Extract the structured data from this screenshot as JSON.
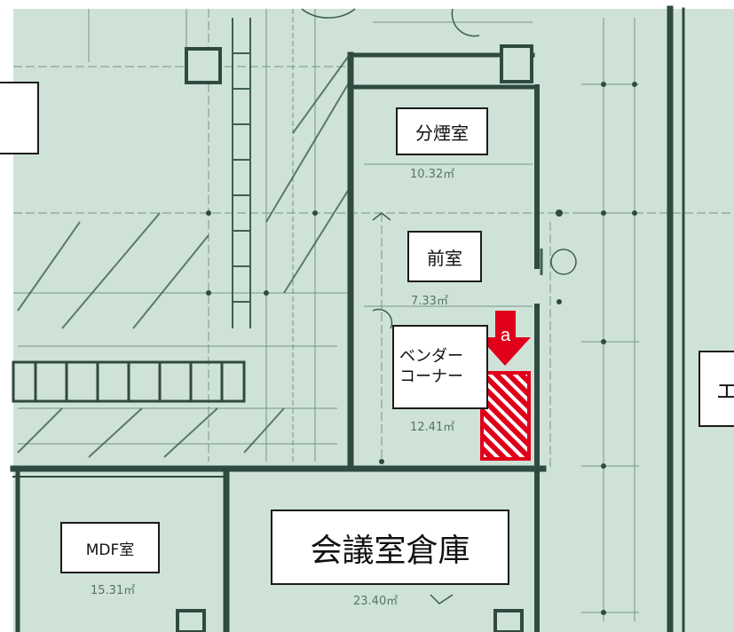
{
  "colors": {
    "background": "#cfe2d8",
    "wall": "#2f4a40",
    "line": "#557a6c",
    "marker_red": "#e0001a"
  },
  "rooms": {
    "bunenshitsu": {
      "name": "分煙室",
      "area": "10.32㎡"
    },
    "zenshitsu": {
      "name": "前室",
      "area": "7.33㎡"
    },
    "vendor": {
      "name_line1": "ベンダー",
      "name_line2": "コーナー",
      "area": "12.41㎡"
    },
    "mdf": {
      "name": "MDF室",
      "area": "15.31㎡"
    },
    "warehouse": {
      "name": "会議室倉庫",
      "area": "23.40㎡"
    },
    "right_partial": {
      "name": "エ"
    }
  },
  "annotation": {
    "label": "a"
  }
}
